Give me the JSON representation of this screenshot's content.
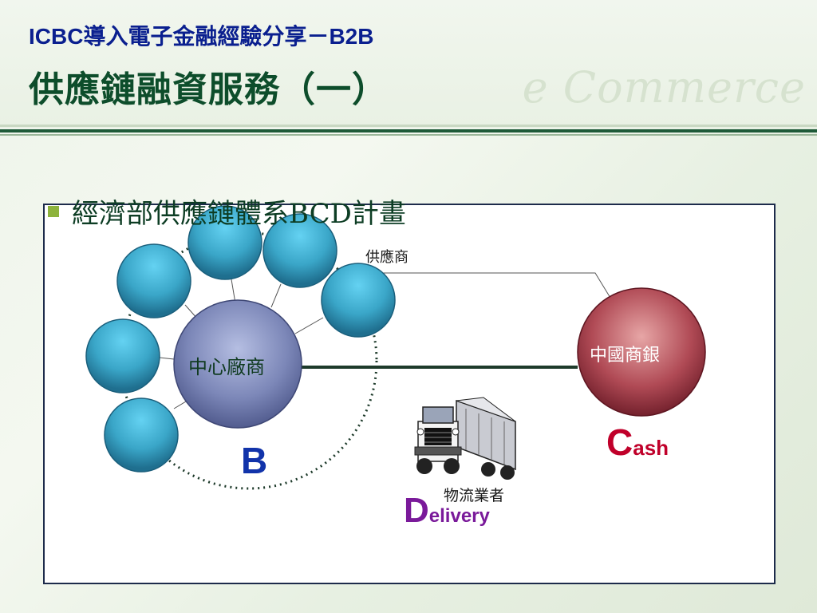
{
  "slide": {
    "title": "ICBC導入電子金融經驗分享－B2B",
    "subtitle": "供應鏈融資服務（一）",
    "watermark": "e Commerce",
    "bullet": "經濟部供應鏈體系BCD計畫"
  },
  "diagram": {
    "supplier_label": "供應商",
    "center_label": "中心廠商",
    "bank_label": "中國商銀",
    "logistics_label": "物流業者",
    "b_letter": "B",
    "cash": {
      "initial": "C",
      "rest": "ash"
    },
    "delivery": {
      "initial": "D",
      "rest": "elivery"
    }
  },
  "colors": {
    "title_blue": "#0a1f8f",
    "subtitle_green": "#0d4d2b",
    "supplier_node": "#3aa6c8",
    "center_node": "#6b78a8",
    "bank_node": "#9e3a45",
    "cash_red": "#c0002a",
    "delivery_purple": "#7a1a9a",
    "b_blue": "#1133aa",
    "bullet_green": "#8db33c"
  }
}
